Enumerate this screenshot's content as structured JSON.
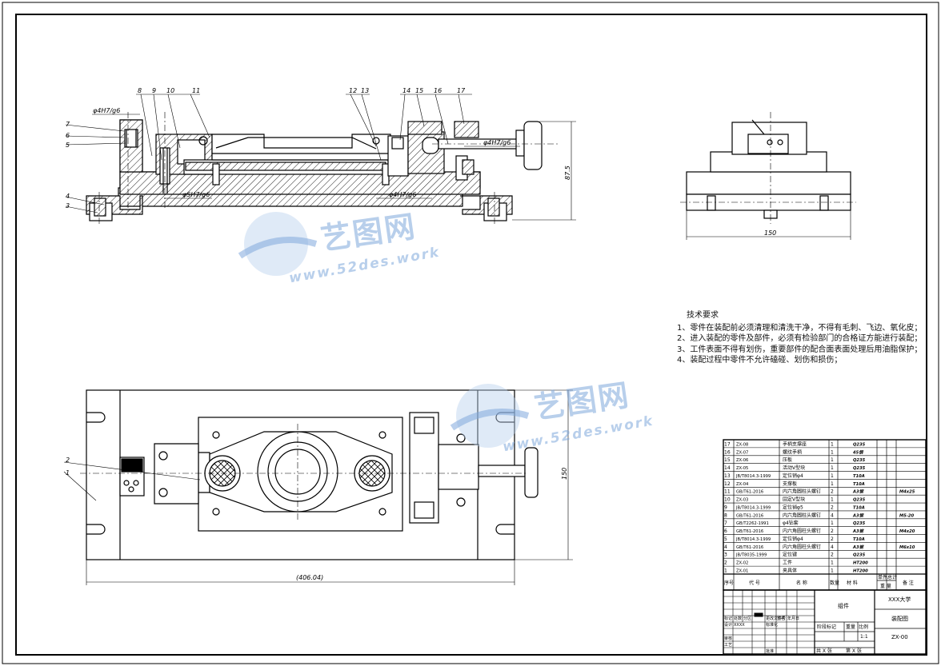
{
  "drawing": {
    "dims": {
      "fit_top_left": "φ4H7/g6",
      "fit_mid": "φ5H7/g6",
      "fit_bottom": "φ4H7/g6",
      "fit_right": "φ4H7/g6",
      "height": "87.5",
      "side_width": "150",
      "plan_length": "(406.04)",
      "plan_height": "150"
    },
    "balloons_front": [
      "7",
      "6",
      "5",
      "4",
      "3",
      "8",
      "9",
      "10",
      "11",
      "12",
      "13",
      "14",
      "15",
      "16",
      "17"
    ],
    "balloons_plan": [
      "2",
      "1"
    ]
  },
  "tech": {
    "title": "技术要求",
    "items": [
      "1、零件在装配前必须清理和清洗干净，不得有毛刺、飞边、氧化皮；",
      "2、进入装配的零件及部件，必须有检验部门的合格证方能进行装配；",
      "3、工件表面不得有划伤，重要部件的配合面表面处理后用油脂保护；",
      "4、装配过程中零件不允许磕碰、划伤和损伤；"
    ]
  },
  "watermark": {
    "brand": "艺图网",
    "url": "www.52des.work"
  },
  "bom": {
    "rows": [
      [
        "17",
        "ZX-08",
        "手柄支撑座",
        "1",
        "Q235",
        ""
      ],
      [
        "16",
        "ZX-07",
        "螺纹手柄",
        "1",
        "45钢",
        ""
      ],
      [
        "15",
        "ZX-06",
        "压板",
        "1",
        "Q235",
        ""
      ],
      [
        "14",
        "ZX-05",
        "活动V型块",
        "1",
        "Q235",
        ""
      ],
      [
        "13",
        "JB/T8014.3-1999",
        "定位销φ4",
        "1",
        "T10A",
        ""
      ],
      [
        "12",
        "ZX-04",
        "支撑板",
        "1",
        "T10A",
        ""
      ],
      [
        "11",
        "GB/T61-2016",
        "内六角圆柱头螺钉",
        "2",
        "A3钢",
        "M4x25"
      ],
      [
        "10",
        "ZX-03",
        "固定V型块",
        "1",
        "Q235",
        ""
      ],
      [
        "9",
        "JB/T8014.3-1999",
        "定位销φ5",
        "2",
        "T10A",
        ""
      ],
      [
        "8",
        "GB/T61-2016",
        "内六角圆柱头螺钉",
        "4",
        "A3钢",
        "M5-20"
      ],
      [
        "7",
        "GB/T2262-1991",
        "φ4钻套",
        "1",
        "Q235",
        ""
      ],
      [
        "6",
        "GB/T61-2016",
        "内六角圆柱头螺钉",
        "2",
        "A3钢",
        "M4x20"
      ],
      [
        "5",
        "JB/T8014.3-1999",
        "定位销φ4",
        "2",
        "T10A",
        ""
      ],
      [
        "4",
        "GB/T61-2016",
        "内六角圆柱头螺钉",
        "4",
        "A3钢",
        "M6x10"
      ],
      [
        "3",
        "JB/T8035-1999",
        "定位键",
        "2",
        "Q235",
        ""
      ],
      [
        "2",
        "ZX-02",
        "工件",
        "1",
        "HT200",
        ""
      ],
      [
        "1",
        "ZX-01",
        "夹具体",
        "1",
        "HT200",
        ""
      ]
    ],
    "header": {
      "no": "序号",
      "code": "代  号",
      "name": "名  称",
      "qty": "数量",
      "material": "材  料",
      "single": "单件",
      "total": "总计",
      "weight": "重  量",
      "remark": "备  注"
    }
  },
  "titleblock": {
    "assembly": "组件",
    "school": "XXX大学",
    "drawing_name": "装配图",
    "code": "ZX-00",
    "scale": "1:1",
    "row_labels": [
      "标记",
      "处数",
      "分区",
      "更改文件号",
      "签名",
      "年月日"
    ],
    "design": "设计",
    "designer": "XXXX",
    "std": "标准化",
    "check": "审核",
    "process": "工艺",
    "approve": "批准",
    "stage": "阶段标记",
    "weight": "重量",
    "ratio": "比例",
    "sheets": "共 X 张",
    "sheet_no": "第 X 张"
  }
}
